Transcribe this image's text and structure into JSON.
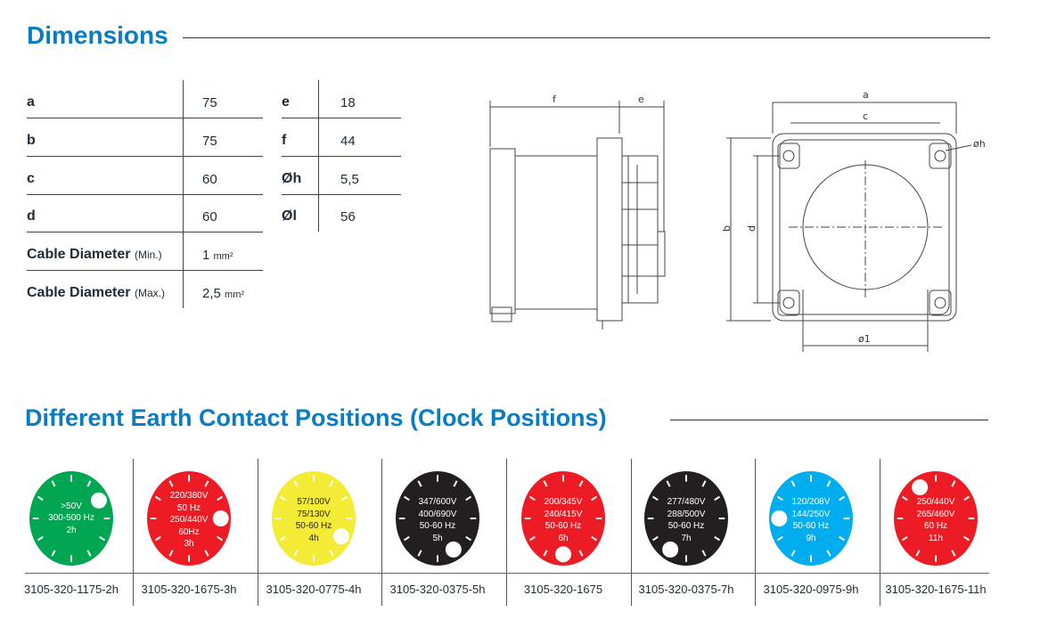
{
  "dimensions": {
    "title": "Dimensions",
    "left_table": [
      {
        "label": "a",
        "value": "75"
      },
      {
        "label": "b",
        "value": "75"
      },
      {
        "label": "c",
        "value": "60"
      },
      {
        "label": "d",
        "value": "60"
      },
      {
        "label": "Cable Diameter",
        "qualifier": "(Min.)",
        "value": "1",
        "unit": "mm²"
      },
      {
        "label": "Cable Diameter",
        "qualifier": "(Max.)",
        "value": "2,5",
        "unit": "mm²"
      }
    ],
    "right_table": [
      {
        "label": "e",
        "value": "18"
      },
      {
        "label": "f",
        "value": "44"
      },
      {
        "label": "Øh",
        "value": "5,5"
      },
      {
        "label": "Øl",
        "value": "56"
      }
    ],
    "drawing_labels": {
      "f": "f",
      "e": "e",
      "a": "a",
      "c": "c",
      "b": "b",
      "d": "d",
      "h": "øh",
      "l": "ø1"
    }
  },
  "earth": {
    "title": "Different Earth Contact Positions (Clock Positions)",
    "dials": [
      {
        "color": "#00a651",
        "text_color": "#ffffff",
        "hour": 2,
        "lines": [
          ">50V",
          "300-500 Hz",
          "2h"
        ],
        "part": "3105-320-1175-2h"
      },
      {
        "color": "#ed1c24",
        "text_color": "#ffffff",
        "hour": 3,
        "lines": [
          "220/380V",
          "50 Hz",
          "250/440V",
          "60Hz",
          "3h"
        ],
        "part": "3105-320-1675-3h"
      },
      {
        "color": "#f4eb37",
        "text_color": "#231f20",
        "hour": 4,
        "lines": [
          "57/100V",
          "75/130V",
          "50-60 Hz",
          "4h"
        ],
        "part": "3105-320-0775-4h"
      },
      {
        "color": "#231f20",
        "text_color": "#ffffff",
        "hour": 5,
        "lines": [
          "347/600V",
          "400/690V",
          "50-60 Hz",
          "5h"
        ],
        "part": "3105-320-0375-5h"
      },
      {
        "color": "#ed1c24",
        "text_color": "#ffffff",
        "hour": 6,
        "lines": [
          "200/345V",
          "240/415V",
          "50-60 Hz",
          "6h"
        ],
        "part": "3105-320-1675"
      },
      {
        "color": "#231f20",
        "text_color": "#ffffff",
        "hour": 7,
        "lines": [
          "277/480V",
          "288/500V",
          "50-60 Hz",
          "7h"
        ],
        "part": "3105-320-0375-7h"
      },
      {
        "color": "#00aeef",
        "text_color": "#ffffff",
        "hour": 9,
        "lines": [
          "120/208V",
          "144/250V",
          "50-60 Hz",
          "9h"
        ],
        "part": "3105-320-0975-9h"
      },
      {
        "color": "#ed1c24",
        "text_color": "#ffffff",
        "hour": 11,
        "lines": [
          "250/440V",
          "265/460V",
          "60 Hz",
          "11h"
        ],
        "part": "3105-320-1675-11h"
      }
    ]
  }
}
